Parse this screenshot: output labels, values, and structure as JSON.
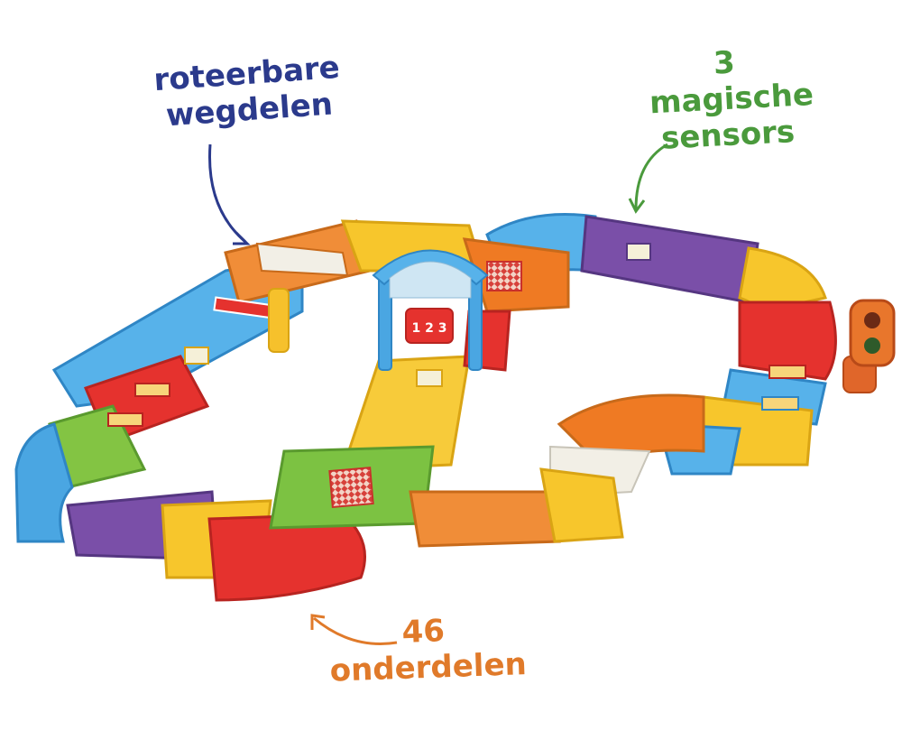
{
  "callouts": {
    "rotating_parts": {
      "line1": "roteerbare",
      "line2": "wegdelen",
      "color": "#2b3a8c"
    },
    "sensors": {
      "line1": "3",
      "line2": "magische",
      "line3": "sensors",
      "color": "#4a9a3c"
    },
    "parts": {
      "line1": "46",
      "line2": "onderdelen",
      "color": "#e07a2a"
    }
  },
  "toy": {
    "gate_sign": "1 2 3",
    "track_colors": [
      "#3da1e0",
      "#f6c52b",
      "#e8332f",
      "#7a4fa8",
      "#ef7a23",
      "#7cc242"
    ]
  }
}
